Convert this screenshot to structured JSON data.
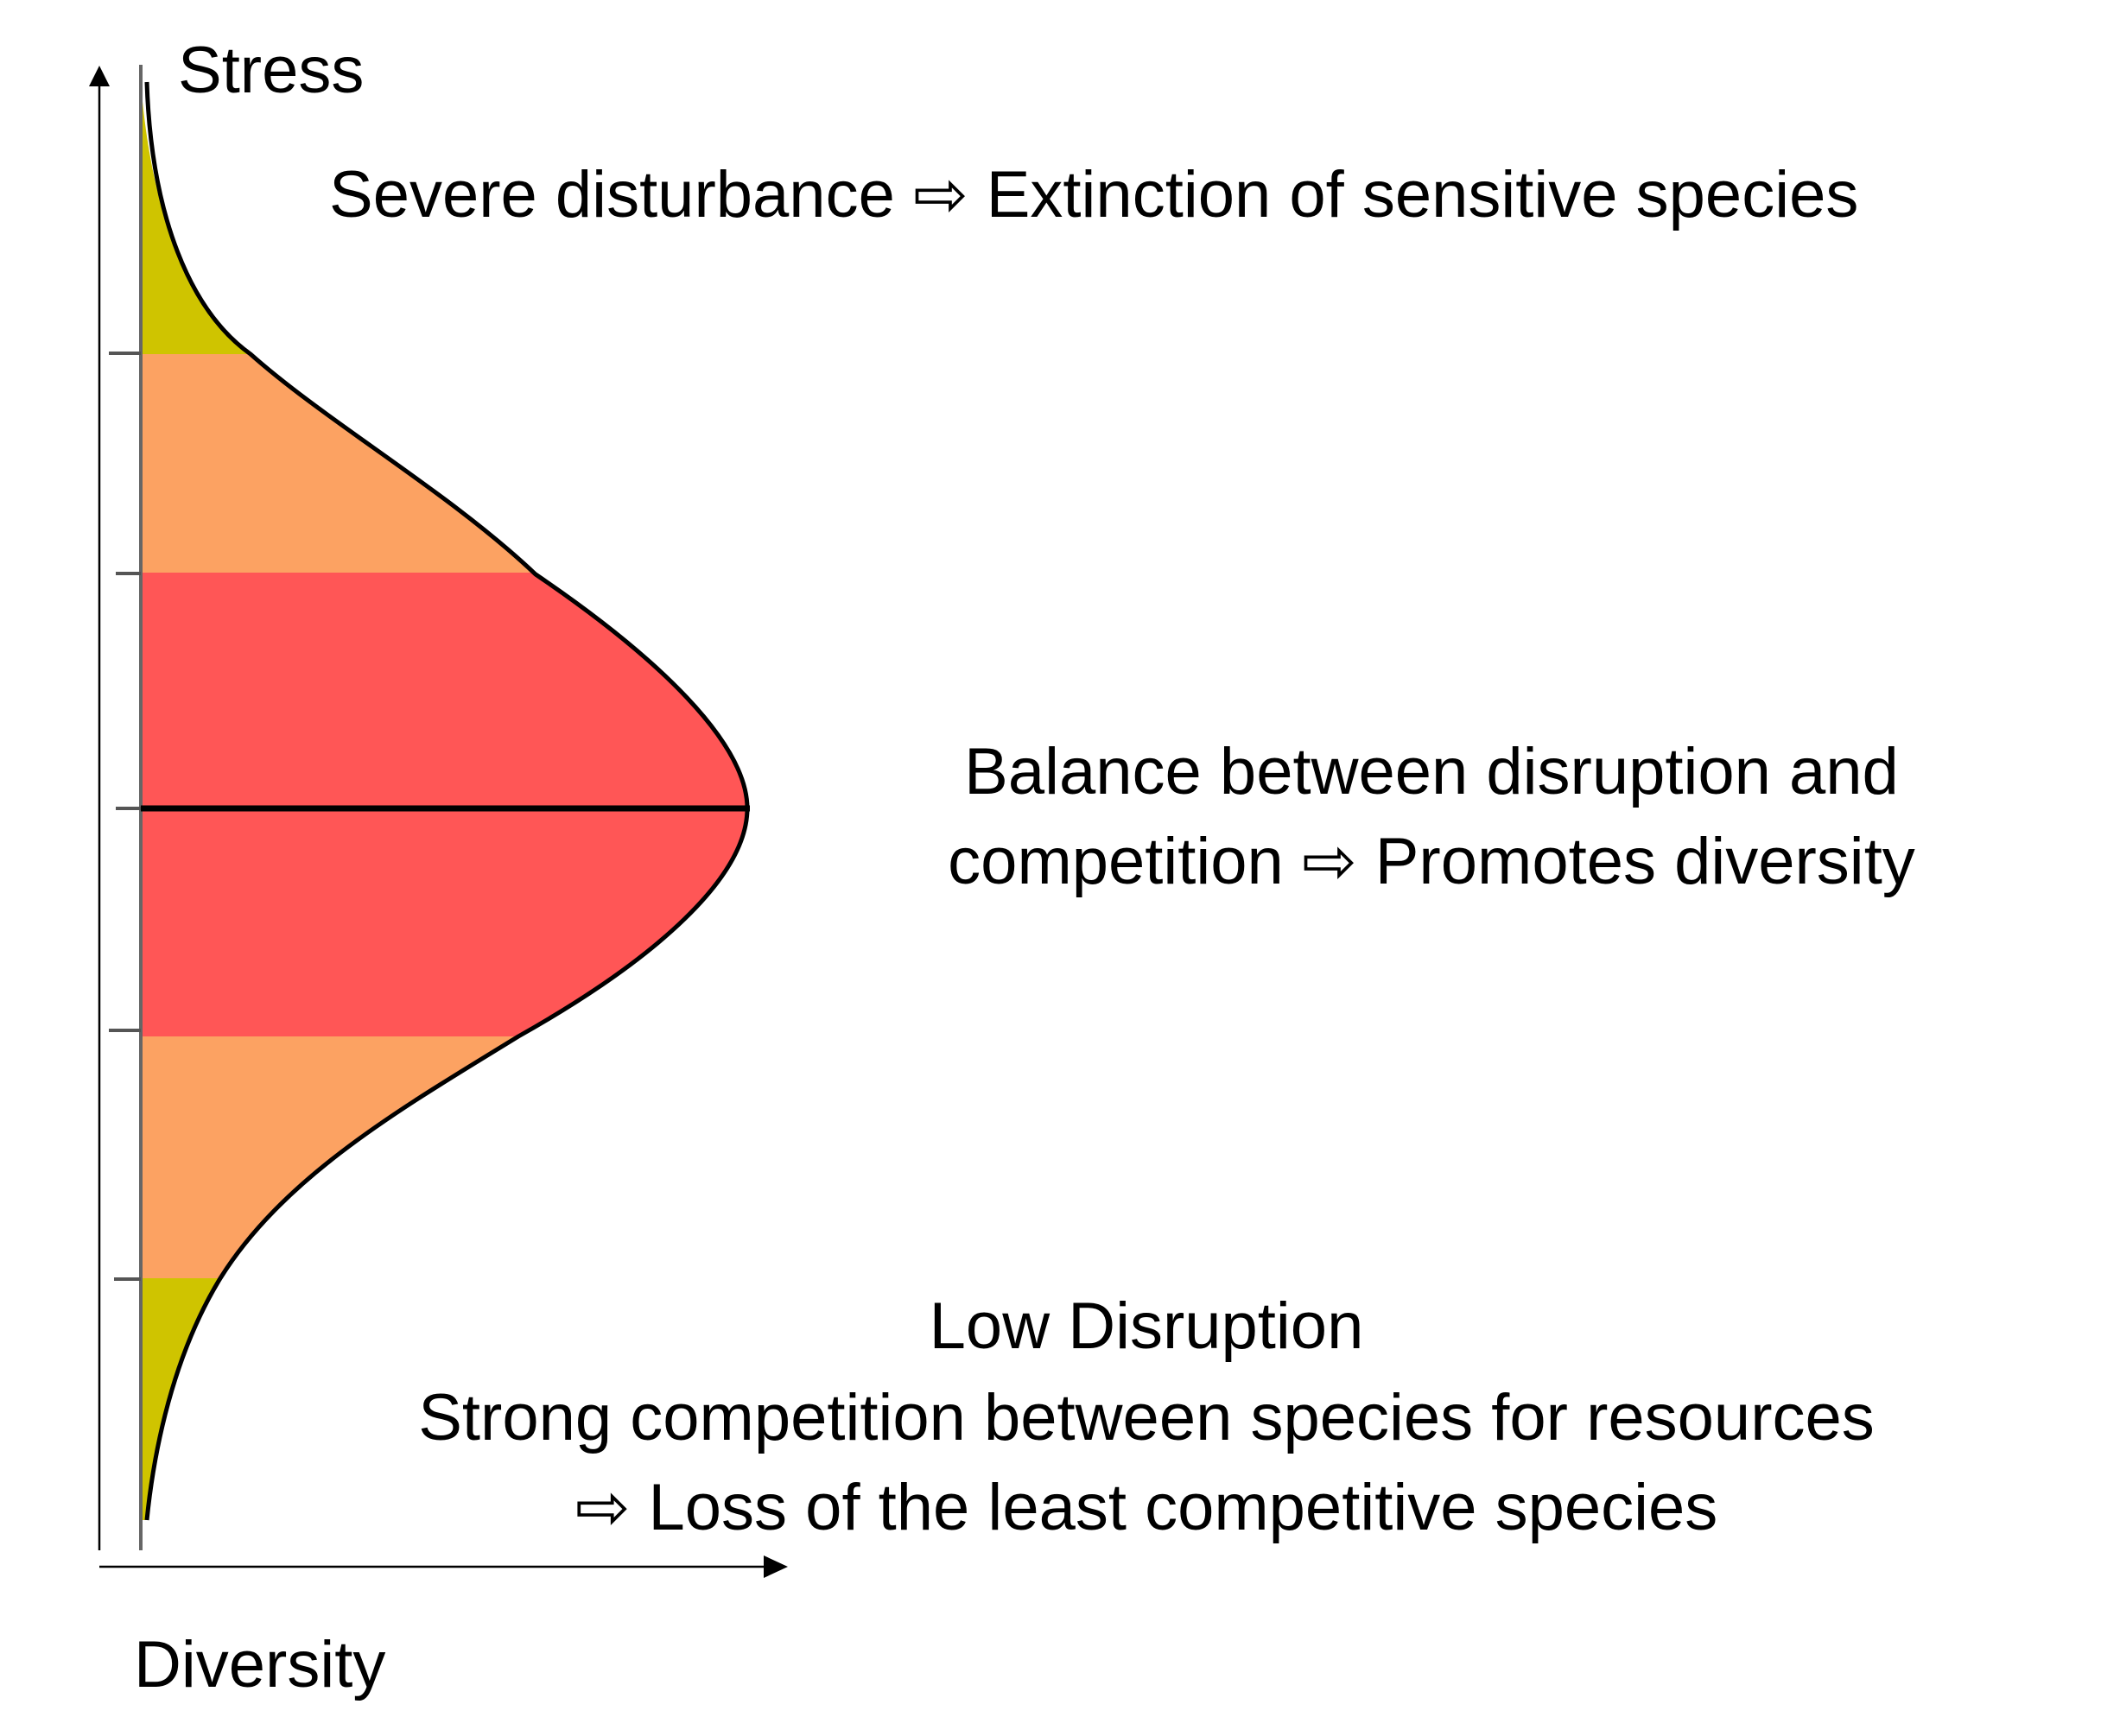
{
  "axes": {
    "y_label": "Stress",
    "x_label": "Diversity"
  },
  "colors": {
    "low_band": "#cfc400",
    "mid_band": "#fca262",
    "high_band": "#ff5656",
    "curve": "#000000"
  },
  "annotations": {
    "top": "Severe disturbance ⇨ Extinction of sensitive species",
    "middle_line1": "Balance between disruption and",
    "middle_line2": "competition ⇨ Promotes diversity",
    "bottom_line1": "Low Disruption",
    "bottom_line2": "Strong competition between species for resources",
    "bottom_line3": "⇨ Loss of the least competitive species"
  }
}
